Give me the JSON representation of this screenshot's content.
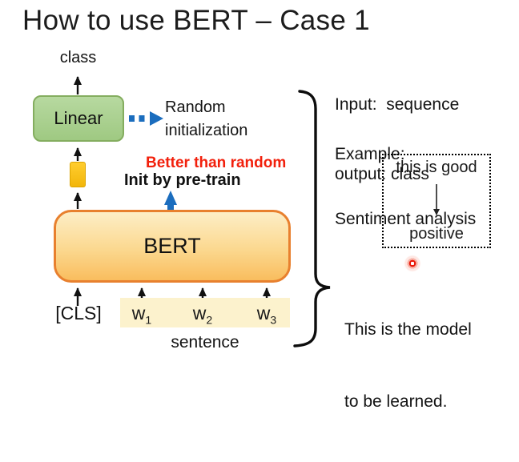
{
  "title": "How to use BERT – Case 1",
  "diagram": {
    "class_label": "class",
    "linear_label": "Linear",
    "bert_label": "BERT",
    "cls_label": "[CLS]",
    "tokens": [
      {
        "base": "w",
        "sub": "1"
      },
      {
        "base": "w",
        "sub": "2"
      },
      {
        "base": "w",
        "sub": "3"
      }
    ],
    "sentence_label": "sentence",
    "random_init_label": "Random initialization",
    "better_than_random_label": "Better than random",
    "init_by_pretrain_label": "Init by pre-train"
  },
  "notes": {
    "io_line1": "Input:  sequence",
    "io_line2": "output: class",
    "example_line1": "Example:",
    "example_line2": "Sentiment analysis",
    "example_box": {
      "input_text": "this is good",
      "output_text": "positive"
    },
    "model_note_line1": "This is the model",
    "model_note_line2": "to be learned."
  },
  "colors": {
    "linear_fill": "#a9d18e",
    "linear_border": "#84ad5f",
    "bert_fill_top": "#fdeec6",
    "bert_fill_bottom": "#f9bd5e",
    "bert_border": "#e8802e",
    "embedding_fill": "#ffc104",
    "token_highlight": "#fcf2cd",
    "accent_blue": "#1b6dbe",
    "alert_red": "#f2200c",
    "laser_red": "#ea1c0c"
  }
}
